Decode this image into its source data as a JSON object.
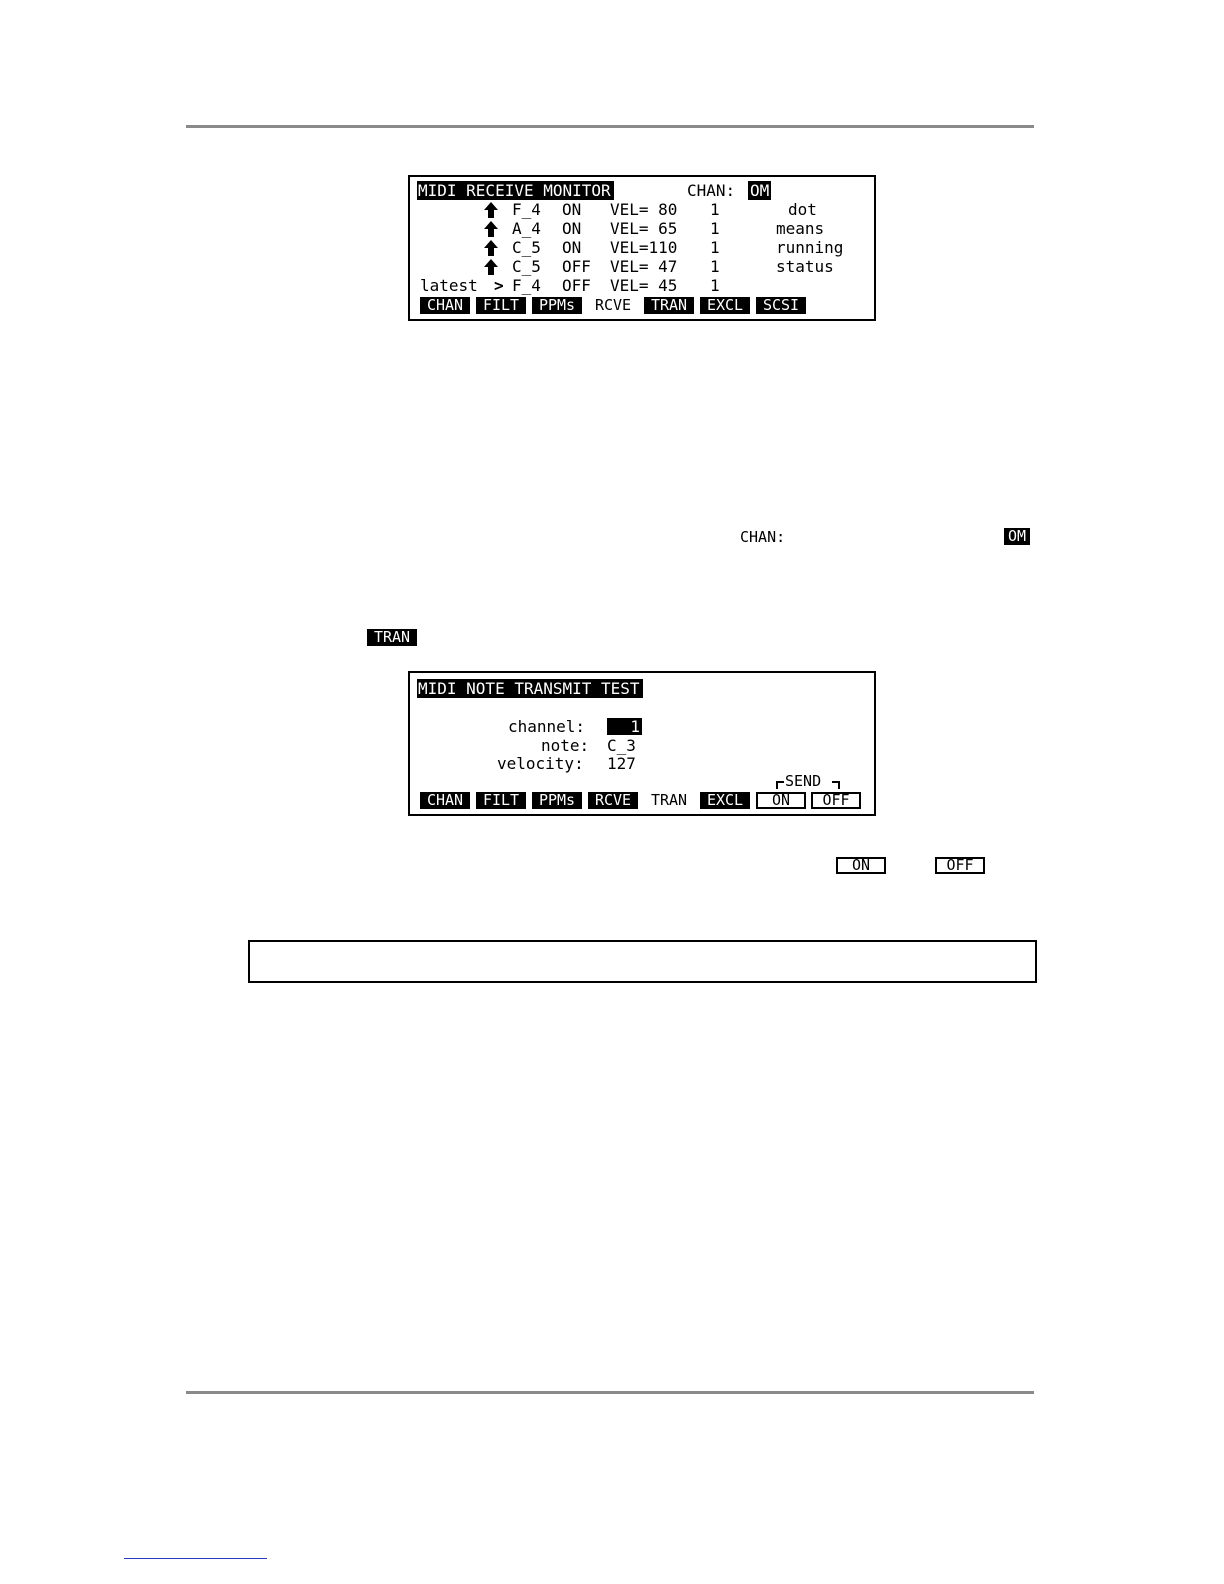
{
  "monitor_screen": {
    "title": "MIDI RECEIVE MONITOR",
    "chan_label": "CHAN:",
    "chan_value": "OM",
    "rows": [
      {
        "prefix": "",
        "note": "F_4",
        "state": "ON",
        "vel": "VEL= 80",
        "ch": "1",
        "side": "dot"
      },
      {
        "prefix": "",
        "note": "A_4",
        "state": "ON",
        "vel": "VEL= 65",
        "ch": "1",
        "side": "means"
      },
      {
        "prefix": "",
        "note": "C_5",
        "state": "ON",
        "vel": "VEL=110",
        "ch": "1",
        "side": "running"
      },
      {
        "prefix": "",
        "note": "C_5",
        "state": "OFF",
        "vel": "VEL= 47",
        "ch": "1",
        "side": "status"
      },
      {
        "prefix": "latest",
        "note": "F_4",
        "state": "OFF",
        "vel": "VEL= 45",
        "ch": "1",
        "side": ""
      }
    ],
    "latest_marker": ">",
    "softkeys": [
      "CHAN",
      "FILT",
      "PPMs",
      "RCVE",
      "TRAN",
      "EXCL",
      "SCSI"
    ]
  },
  "inline_refs": {
    "chan_label": "CHAN:",
    "om_chip": "OM",
    "tran_chip": "TRAN",
    "on_chip": "ON",
    "off_chip": "OFF"
  },
  "transmit_screen": {
    "title": "MIDI NOTE TRANSMIT TEST",
    "channel_label": "channel:",
    "channel_value": "1",
    "note_label": "note:",
    "note_value": "C_3",
    "velocity_label": "velocity:",
    "velocity_value": "127",
    "send_label": "SEND",
    "softkeys": [
      "CHAN",
      "FILT",
      "PPMs",
      "RCVE",
      "TRAN",
      "EXCL",
      "ON",
      "OFF"
    ]
  }
}
